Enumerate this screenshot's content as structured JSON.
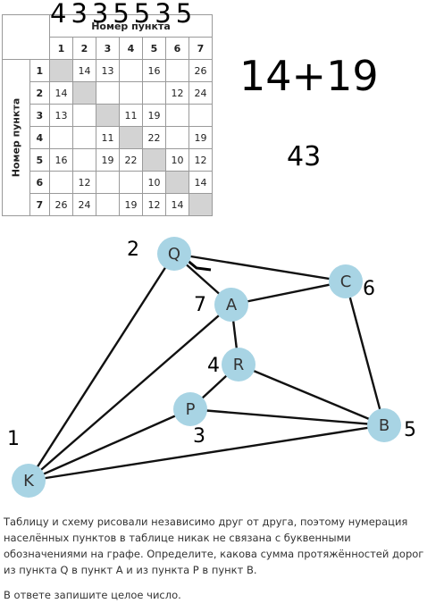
{
  "table": {
    "col_header": "Номер пункта",
    "row_header": "Номер пункта",
    "cols": [
      "1",
      "2",
      "3",
      "4",
      "5",
      "6",
      "7"
    ],
    "rows": [
      {
        "label": "1",
        "cells": [
          "",
          "14",
          "13",
          "",
          "16",
          "",
          "26"
        ]
      },
      {
        "label": "2",
        "cells": [
          "14",
          "",
          "",
          "",
          "",
          "12",
          "24"
        ]
      },
      {
        "label": "3",
        "cells": [
          "13",
          "",
          "",
          "11",
          "19",
          "",
          ""
        ]
      },
      {
        "label": "4",
        "cells": [
          "",
          "",
          "11",
          "",
          "22",
          "",
          "19"
        ]
      },
      {
        "label": "5",
        "cells": [
          "16",
          "",
          "19",
          "22",
          "",
          "10",
          "12"
        ]
      },
      {
        "label": "6",
        "cells": [
          "",
          "12",
          "",
          "",
          "10",
          "",
          "14"
        ]
      },
      {
        "label": "7",
        "cells": [
          "26",
          "24",
          "",
          "19",
          "12",
          "14",
          ""
        ]
      }
    ]
  },
  "handwriting": {
    "column_digits": "4335535",
    "expression": "14+19",
    "sum": "43"
  },
  "graph": {
    "nodes": [
      {
        "id": "Q",
        "label": "Q",
        "note": "2"
      },
      {
        "id": "A",
        "label": "A",
        "note": "7"
      },
      {
        "id": "C",
        "label": "C",
        "note": "6"
      },
      {
        "id": "R",
        "label": "R",
        "note": "4"
      },
      {
        "id": "P",
        "label": "P",
        "note": "3"
      },
      {
        "id": "B",
        "label": "B",
        "note": "5"
      },
      {
        "id": "K",
        "label": "K",
        "note": "1"
      }
    ],
    "edges": [
      [
        "Q",
        "A"
      ],
      [
        "Q",
        "C"
      ],
      [
        "Q",
        "K"
      ],
      [
        "A",
        "C"
      ],
      [
        "A",
        "R"
      ],
      [
        "A",
        "K"
      ],
      [
        "C",
        "B"
      ],
      [
        "R",
        "B"
      ],
      [
        "P",
        "R"
      ],
      [
        "P",
        "B"
      ],
      [
        "P",
        "K"
      ],
      [
        "K",
        "B"
      ]
    ],
    "node_color": "#a8d4e4"
  },
  "task": {
    "paragraph1": "Таблицу и схему рисовали независимо друг от друга, поэтому нумерация населённых пунктов в таблице никак не связана с буквенными обозначениями на графе. Определите, какова сумма протяжённостей дорог из пункта Q в пункт A и из пункта P в пункт B.",
    "paragraph2": "В ответе запишите целое число."
  }
}
